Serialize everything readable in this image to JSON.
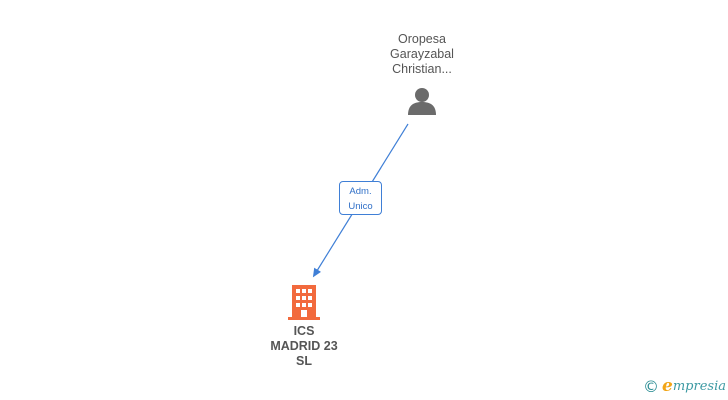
{
  "person": {
    "name_lines": [
      "Oropesa",
      "Garayzabal",
      "Christian..."
    ],
    "icon": "person-icon"
  },
  "relation": {
    "label_lines": [
      "Adm.",
      "Unico"
    ]
  },
  "company": {
    "name_lines": [
      "ICS",
      "MADRID 23",
      "SL"
    ],
    "icon": "building-icon"
  },
  "brand": {
    "copyright_symbol": "©",
    "mark": "e",
    "rest": "mpresia"
  },
  "colors": {
    "edge": "#3f7fd6",
    "person_icon": "#6b6b6b",
    "company_icon": "#f26a3d",
    "text": "#555555",
    "brand_teal": "#3d9aa3",
    "brand_orange": "#f2a516"
  }
}
